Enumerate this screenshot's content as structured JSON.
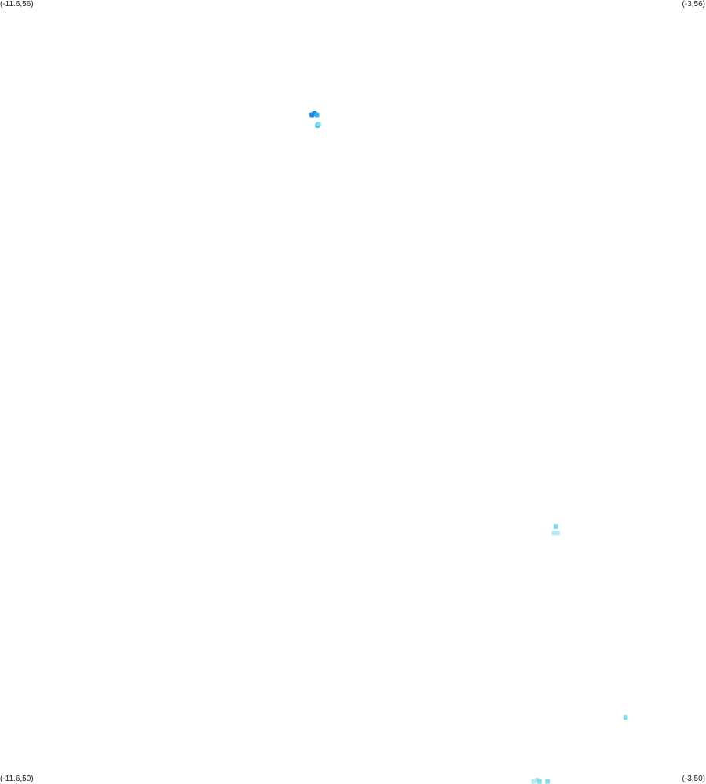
{
  "corners": {
    "top_left": "(-11.6,56)",
    "top_right": "(-3,56)",
    "bottom_left": "(-11.6,50)",
    "bottom_right": "(-3,50)"
  },
  "extent": {
    "lon_min": -11.6,
    "lon_max": -3,
    "lat_min": 50,
    "lat_max": 56
  },
  "colors": {
    "deep": "#1e88e5",
    "mid": "#29b6f6",
    "light": "#80deea",
    "pale": "#b2ebf2"
  },
  "clusters": [
    {
      "lon": -7.8,
      "lat": 55.12,
      "level": "deep"
    },
    {
      "lon": -7.77,
      "lat": 55.13,
      "level": "deep"
    },
    {
      "lon": -7.74,
      "lat": 55.12,
      "level": "mid"
    },
    {
      "lon": -7.73,
      "lat": 55.04,
      "level": "mid"
    },
    {
      "lon": -7.72,
      "lat": 55.05,
      "level": "light"
    },
    {
      "lon": -4.83,
      "lat": 51.97,
      "level": "light"
    },
    {
      "lon": -4.85,
      "lat": 51.92,
      "level": "pale"
    },
    {
      "lon": -4.81,
      "lat": 51.92,
      "level": "pale"
    },
    {
      "lon": -3.98,
      "lat": 50.51,
      "level": "light"
    },
    {
      "lon": -5.06,
      "lat": 50.03,
      "level": "pale"
    },
    {
      "lon": -5.03,
      "lat": 50.02,
      "level": "light"
    },
    {
      "lon": -4.93,
      "lat": 50.02,
      "level": "light"
    },
    {
      "lon": -5.1,
      "lat": 50.02,
      "level": "pale"
    }
  ]
}
